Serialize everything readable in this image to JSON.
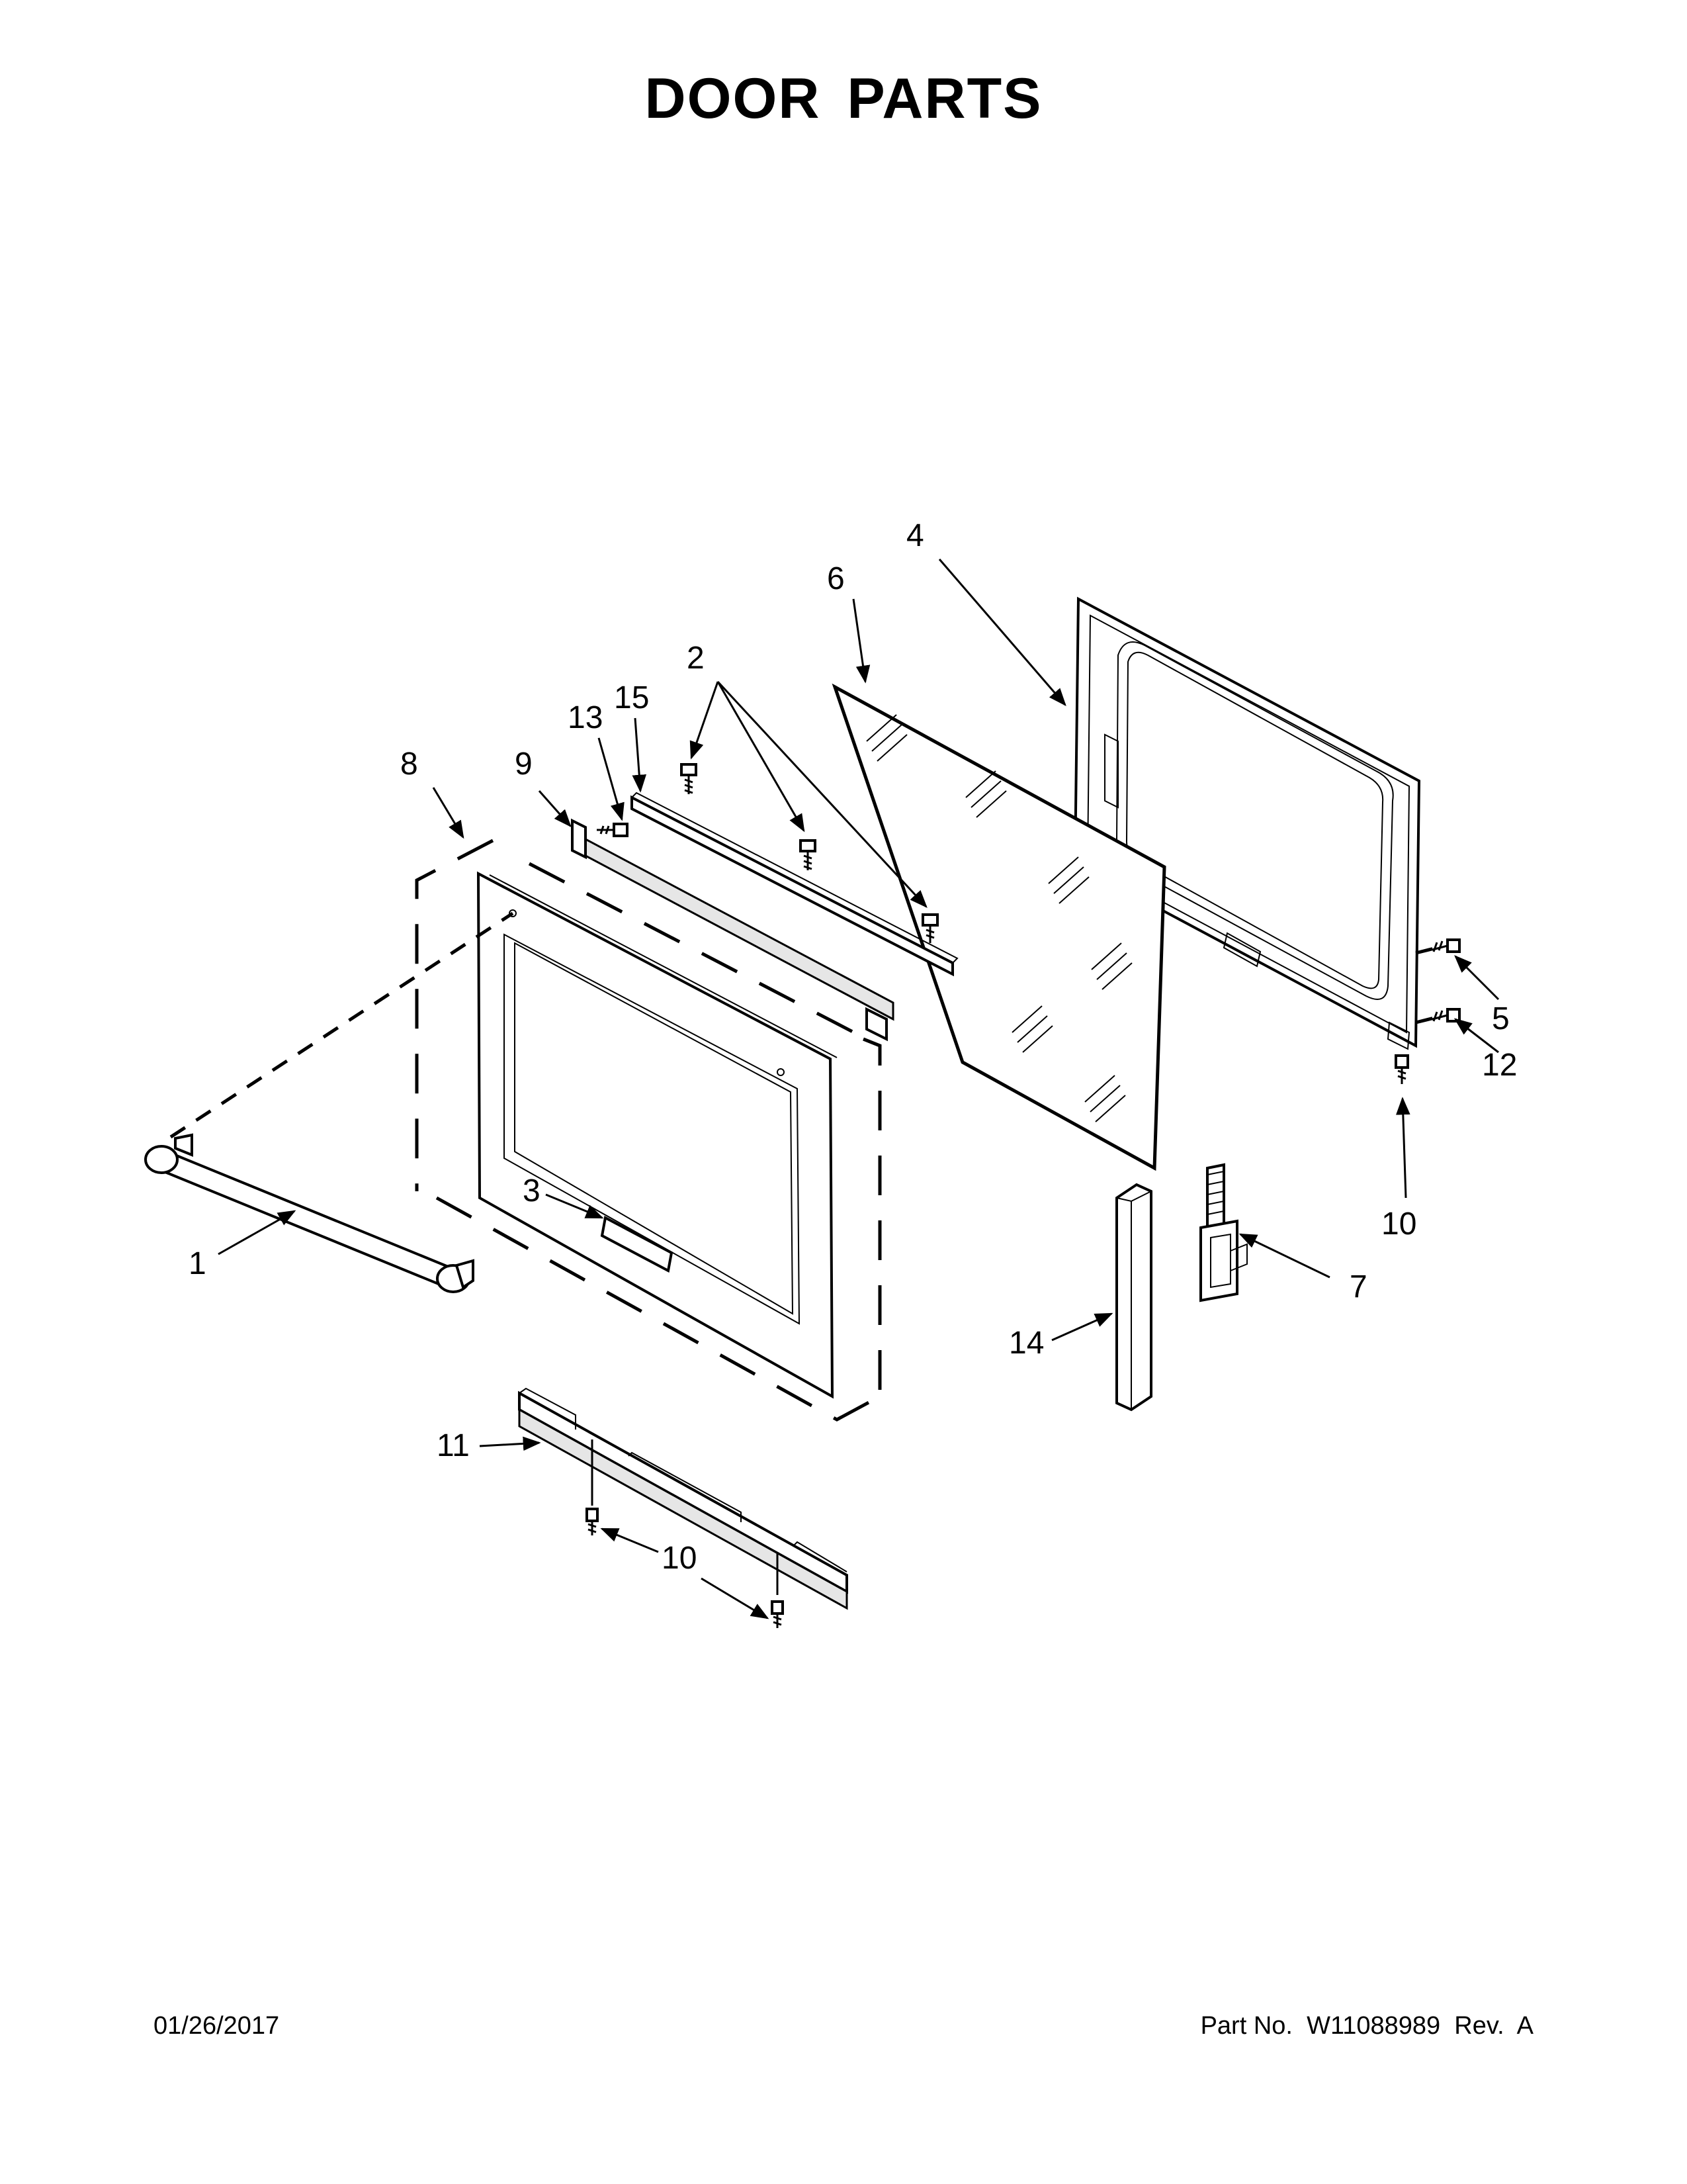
{
  "title": "DOOR PARTS",
  "footer": {
    "date": "01/26/2017",
    "part_number": "Part No.  W11088989  Rev.  A"
  },
  "callouts": {
    "c1": "1",
    "c2": "2",
    "c3": "3",
    "c4": "4",
    "c5": "5",
    "c6": "6",
    "c7": "7",
    "c8": "8",
    "c9": "9",
    "c10a": "10",
    "c10b": "10",
    "c11": "11",
    "c12": "12",
    "c13": "13",
    "c14": "14",
    "c15": "15"
  }
}
